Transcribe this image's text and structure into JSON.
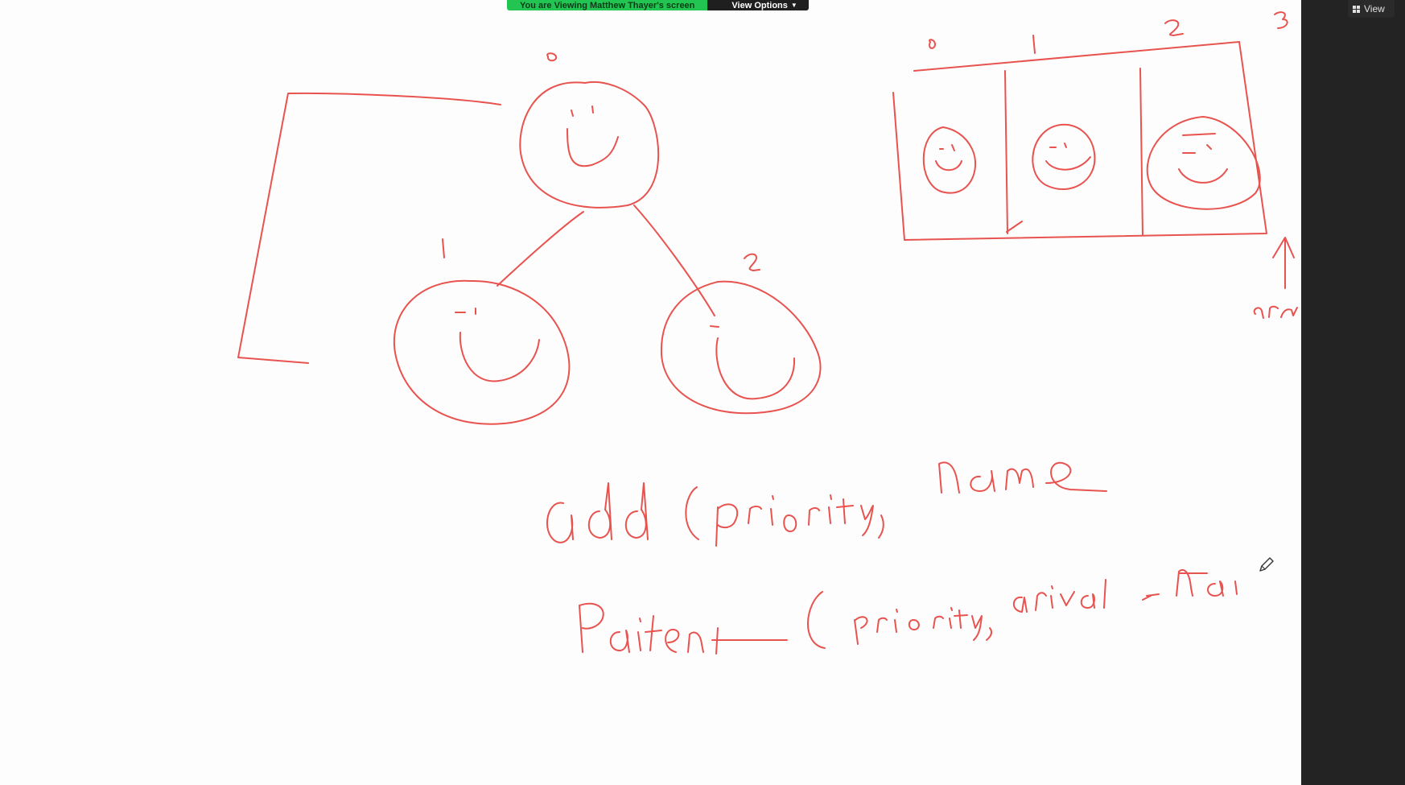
{
  "screen_share": {
    "banner_text": "You are Viewing Matthew Thayer's screen",
    "view_options_label": "View Options",
    "chevron_icon": "chevron-down-icon"
  },
  "sidebar": {
    "view_label": "View",
    "view_icon": "grid-icon"
  },
  "whiteboard": {
    "ink_color": "#e8534f",
    "tree_labels": [
      "0",
      "1",
      "2"
    ],
    "array_indices": [
      "0",
      "1",
      "2",
      "3"
    ],
    "array_note": "arr"
  },
  "cursor": {
    "icon": "pencil-icon"
  }
}
